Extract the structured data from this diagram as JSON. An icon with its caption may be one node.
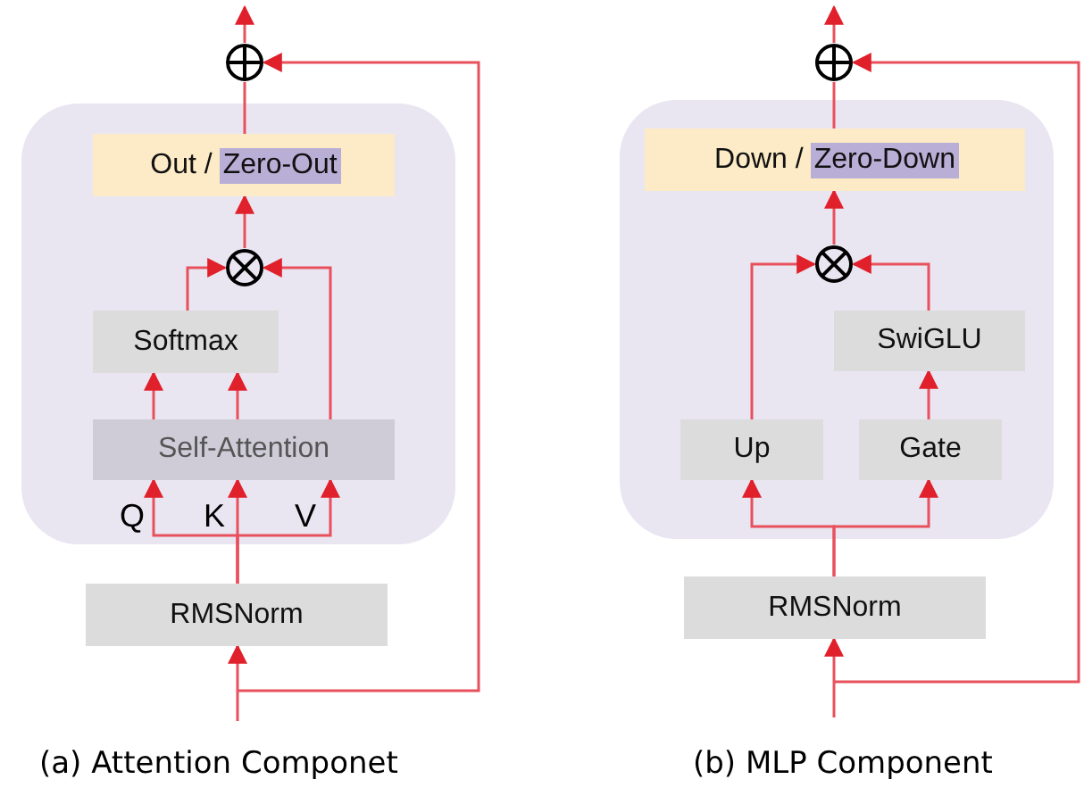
{
  "diagram": {
    "nodes": [
      {
        "text": [],
        "shape": "circle"
      },
      {
        "text": [],
        "shape": "box"
      },
      {
        "text": [
          "Out /",
          "Zero-Out"
        ],
        "in": 1
      },
      {
        "text": [],
        "shape": "circle",
        "in": 1
      },
      {
        "text": [
          "Softmax"
        ],
        "in": 1
      },
      {
        "text": [
          "Self-Attention"
        ],
        "in": 1
      },
      {
        "text": [
          "RMSNorm"
        ]
      },
      {
        "text": [],
        "shape": "circle"
      },
      {
        "text": [],
        "shape": "box"
      },
      {
        "text": [
          "Down /",
          "Zero-Down"
        ],
        "in": 8
      },
      {
        "text": [],
        "shape": "circle",
        "in": 8
      },
      {
        "text": [
          "SwiGLU"
        ],
        "in": 8
      },
      {
        "text": [
          "Up"
        ],
        "in": 8
      },
      {
        "text": [
          "Gate"
        ],
        "in": 8
      },
      {
        "text": [
          "RMSNorm"
        ]
      }
    ],
    "edges": [
      {
        "from": null,
        "to": 6,
        "arrow": "to"
      },
      {
        "from": null,
        "to": 0,
        "arrow": "to"
      },
      {
        "from": 6,
        "to": 5,
        "arrow": "to",
        "label": "Q"
      },
      {
        "from": 6,
        "to": 5,
        "arrow": "to",
        "label": "K"
      },
      {
        "from": 6,
        "to": 5,
        "arrow": "to",
        "label": "V"
      },
      {
        "from": 5,
        "to": 4,
        "arrow": "to"
      },
      {
        "from": 5,
        "to": 4,
        "arrow": "to"
      },
      {
        "from": 4,
        "to": 3,
        "arrow": "to"
      },
      {
        "from": 5,
        "to": 3,
        "arrow": "to"
      },
      {
        "from": 3,
        "to": 2,
        "arrow": "to"
      },
      {
        "from": 2,
        "to": 0,
        "arrow": "none"
      },
      {
        "from": 0,
        "to": null,
        "arrow": "to"
      },
      {
        "from": null,
        "to": 14,
        "arrow": "to"
      },
      {
        "from": null,
        "to": 7,
        "arrow": "to"
      },
      {
        "from": 14,
        "to": 12,
        "arrow": "to"
      },
      {
        "from": 14,
        "to": 13,
        "arrow": "to"
      },
      {
        "from": 13,
        "to": 11,
        "arrow": "to"
      },
      {
        "from": 12,
        "to": 10,
        "arrow": "to"
      },
      {
        "from": 11,
        "to": 10,
        "arrow": "to"
      },
      {
        "from": 10,
        "to": 9,
        "arrow": "to"
      },
      {
        "from": 9,
        "to": 7,
        "arrow": "none"
      },
      {
        "from": 7,
        "to": null,
        "arrow": "to"
      }
    ],
    "labels": [
      "(a) Attention Componet",
      "(b) MLP Component"
    ]
  }
}
